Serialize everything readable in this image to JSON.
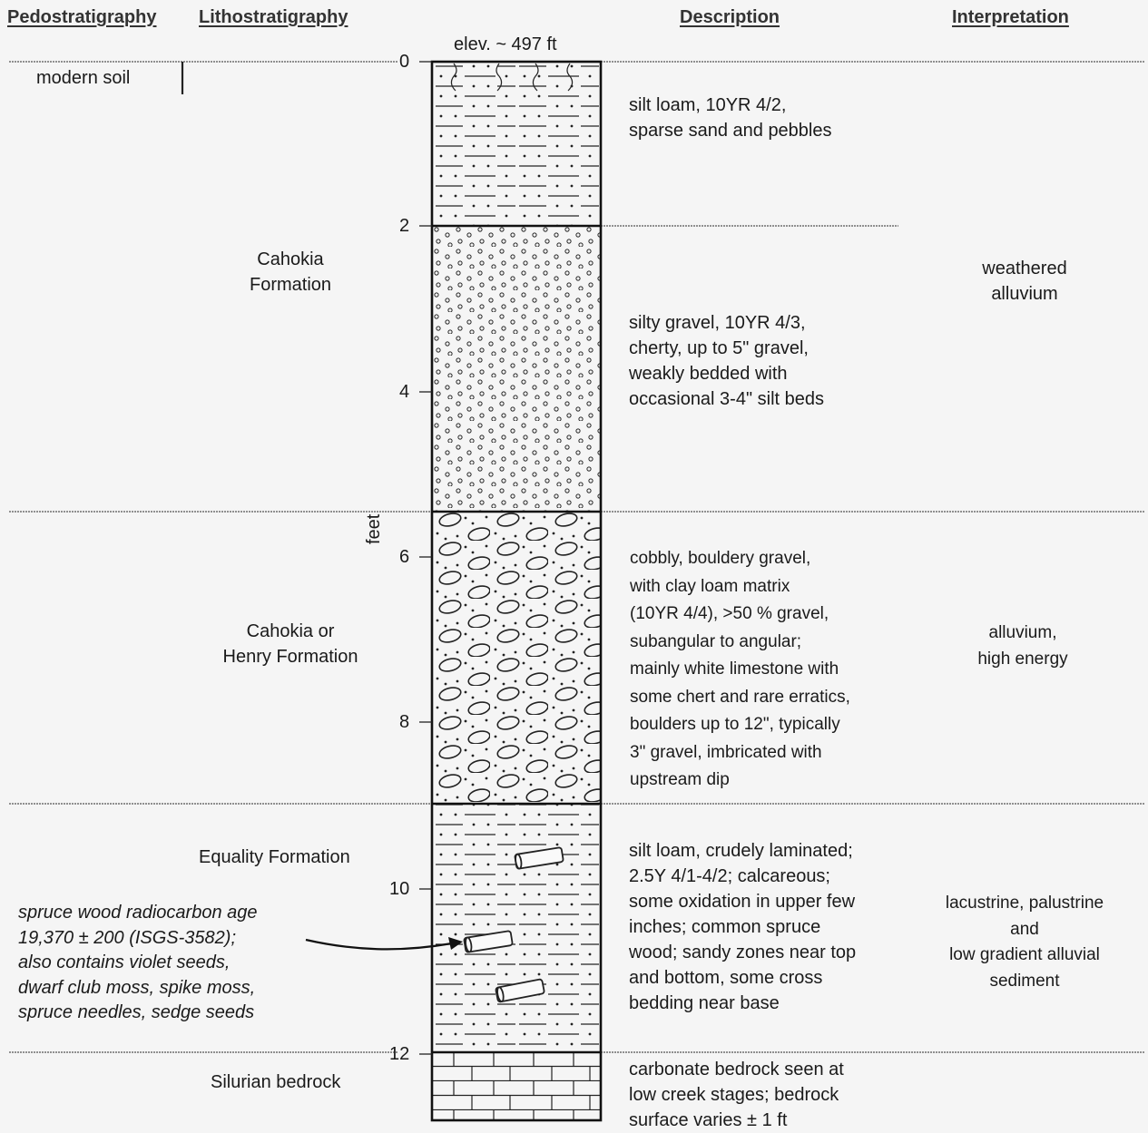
{
  "headers": {
    "pedostratigraphy": "Pedostratigraphy",
    "lithostratigraphy": "Lithostratigraphy",
    "description": "Description",
    "interpretation": "Interpretation"
  },
  "elevation_label": "elev. ~ 497 ft",
  "axis": {
    "unit_label": "feet",
    "ticks": [
      "0",
      "2",
      "4",
      "6",
      "8",
      "10",
      "12"
    ]
  },
  "pedostratigraphy": {
    "soil": "modern soil"
  },
  "formations": [
    {
      "lines": [
        "Cahokia",
        "Formation"
      ]
    },
    {
      "lines": [
        "Cahokia or",
        "Henry Formation"
      ]
    },
    {
      "lines": [
        "Equality Formation"
      ]
    },
    {
      "lines": [
        "Silurian bedrock"
      ]
    }
  ],
  "radiocarbon_note": [
    "spruce wood radiocarbon age",
    "19,370 ± 200  (ISGS-3582);",
    "also contains violet seeds,",
    "dwarf club moss, spike moss,",
    "spruce needles, sedge seeds"
  ],
  "descriptions": [
    {
      "lines": [
        "silt loam, 10YR 4/2,",
        "sparse sand and pebbles"
      ]
    },
    {
      "lines": [
        "silty gravel, 10YR 4/3,",
        "cherty, up to 5\" gravel,",
        "weakly bedded with",
        "occasional 3-4\" silt beds"
      ]
    },
    {
      "lines": [
        "cobbly, bouldery gravel,",
        "with clay loam matrix",
        "(10YR 4/4), >50 % gravel,",
        "subangular to angular;",
        "mainly white limestone with",
        "some chert and rare erratics,",
        "boulders up to 12\", typically",
        "3\" gravel, imbricated with",
        "upstream dip"
      ]
    },
    {
      "lines": [
        "silt loam, crudely laminated;",
        "2.5Y 4/1-4/2; calcareous;",
        "some oxidation in upper few",
        "inches; common spruce",
        "wood; sandy zones near top",
        "and bottom, some cross",
        "bedding near base"
      ]
    },
    {
      "lines": [
        "carbonate bedrock seen at",
        "low creek stages;  bedrock",
        "surface varies ± 1 ft"
      ]
    }
  ],
  "interpretations": [
    {
      "lines": [
        "weathered",
        "alluvium"
      ]
    },
    {
      "lines": [
        "alluvium,",
        "high energy"
      ]
    },
    {
      "lines": [
        "lacustrine, palustrine",
        "and",
        "low gradient alluvial",
        "sediment"
      ]
    }
  ]
}
